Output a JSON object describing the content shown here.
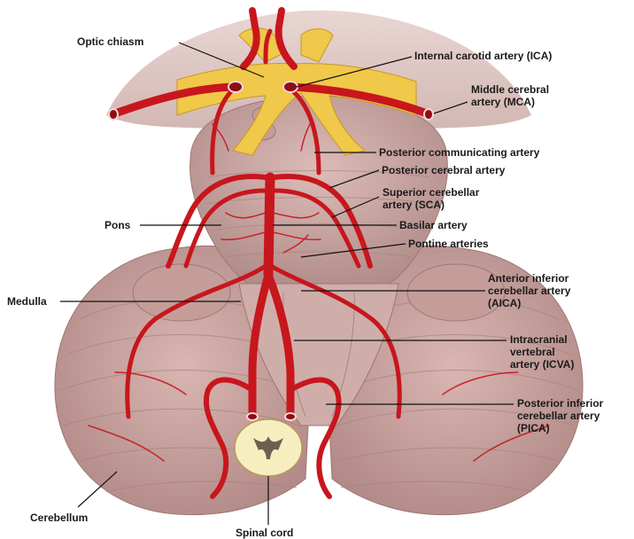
{
  "colors": {
    "artery": "#c8161d",
    "artery_dark": "#8e0d12",
    "tissue": "#cfaaa6",
    "tissue_dark": "#a9827f",
    "cerebellum": "#c9a3a0",
    "chiasm": "#f0c84a",
    "spinal_cord": "#f7eec0",
    "leader": "#111111",
    "label_text": "#1a1a1a"
  },
  "labels": {
    "optic_chiasm": "Optic chiasm",
    "ica": "Internal carotid artery (ICA)",
    "mca": "Middle cerebral\nartery (MCA)",
    "pcomm": "Posterior communicating artery",
    "pca": "Posterior cerebral artery",
    "sca": "Superior cerebellar\nartery (SCA)",
    "pons": "Pons",
    "basilar": "Basilar artery",
    "pontine": "Pontine arteries",
    "aica": "Anterior inferior\ncerebellar artery\n(AICA)",
    "medulla": "Medulla",
    "icva": "Intracranial\nvertebral\nartery (ICVA)",
    "pica": "Posterior inferior\ncerebellar artery\n(PICA)",
    "cerebellum": "Cerebellum",
    "spinal_cord": "Spinal cord"
  }
}
